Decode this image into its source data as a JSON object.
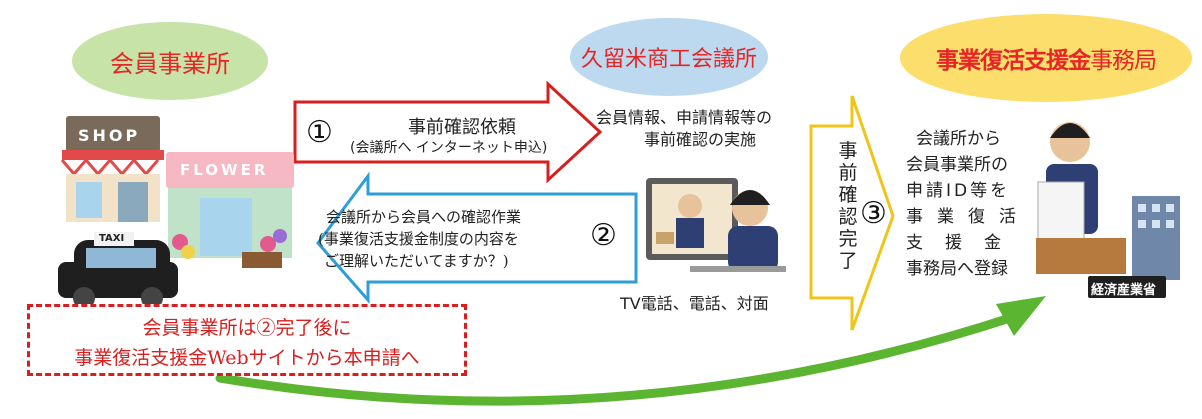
{
  "nodes": {
    "member": "会員事業所",
    "cci": "久留米商工会議所",
    "office_bold": "事業復活支援金",
    "office_rest": "事務局"
  },
  "arrow1": {
    "num": "①",
    "line1": "事前確認依頼",
    "line2": "(会議所へ インターネット申込)"
  },
  "arrow2": {
    "num": "②",
    "line1": "会議所から会員への確認作業",
    "line2": "(事業復活支援金制度の内容を",
    "line3": "ご理解いただいてますか？)"
  },
  "arrow3": {
    "num": "③",
    "vertical": [
      "事",
      "前",
      "確",
      "認",
      "完",
      "了"
    ]
  },
  "cci_info": {
    "line1": "会員情報、申請情報等の",
    "line2": "事前確認の実施"
  },
  "contact_methods": "TV電話、電話、対面",
  "office_desc": {
    "line1": "会議所から",
    "line2": "会員事業所の",
    "line3": "申請ID等を",
    "line4": "事業復活",
    "line5": "支援金",
    "line6": "事務局へ登録"
  },
  "note": {
    "line1": "会員事業所は②完了後に",
    "line2": "事業復活支援金Webサイトから本申請へ"
  },
  "illustrations": {
    "shop_sign": "SHOP",
    "flower_sign": "FLOWER",
    "taxi_sign": "TAXI",
    "ministry_sign": "経済産業省"
  },
  "colors": {
    "member_ellipse": "#c7e3a7",
    "cci_ellipse": "#bcd9ef",
    "office_ellipse": "#fcde6c",
    "title_red": "#e62626",
    "arrow_red": "#d81e1e",
    "arrow_blue": "#2e9fd6",
    "arrow_yellow": "#f0c419",
    "curve_green": "#5cb531"
  }
}
